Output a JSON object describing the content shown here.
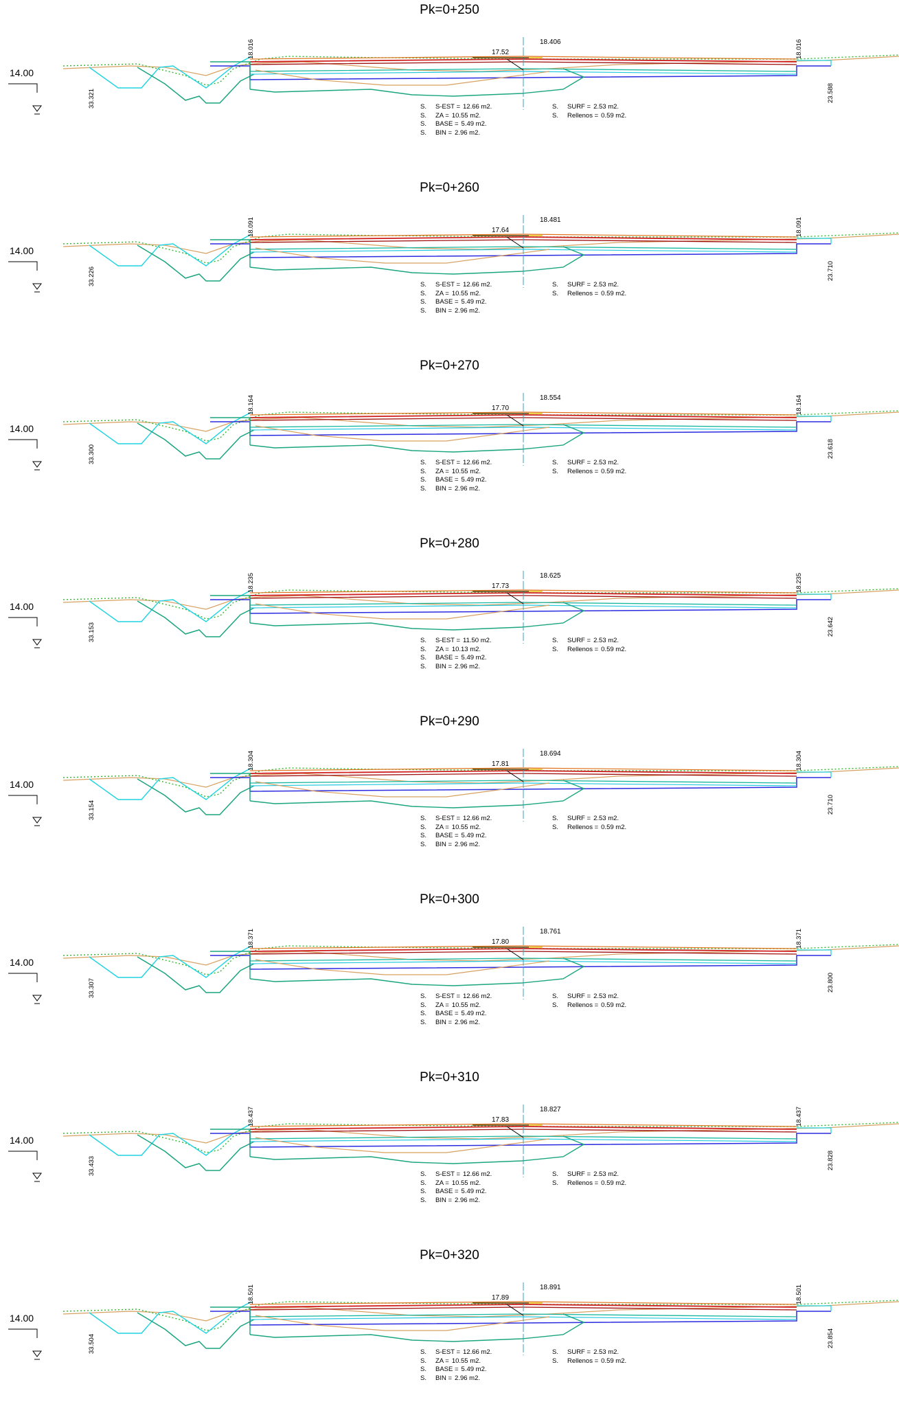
{
  "reference_elevation": "14.00",
  "sections": [
    {
      "pk": "Pk=0+250",
      "left_top": "18.016",
      "right_top": "18.016",
      "center_elev": "18.406",
      "axis_elev": "17.52",
      "left_dist": "33.321",
      "right_dist": "23.588",
      "areas_left": [
        {
          "s": "S.",
          "k": "S-EST =",
          "v": "12.66 m2."
        },
        {
          "s": "S.",
          "k": "ZA =",
          "v": "10.55 m2."
        },
        {
          "s": "S.",
          "k": "BASE =",
          "v": "5.49 m2."
        },
        {
          "s": "S.",
          "k": "BIN =",
          "v": "2.96 m2."
        }
      ],
      "areas_right": [
        {
          "s": "S.",
          "k": "SURF =",
          "v": "2.53 m2."
        },
        {
          "s": "S.",
          "k": "Rellenos =",
          "v": "0.59 m2."
        }
      ]
    },
    {
      "pk": "Pk=0+260",
      "left_top": "18.091",
      "right_top": "18.091",
      "center_elev": "18.481",
      "axis_elev": "17.64",
      "left_dist": "33.226",
      "right_dist": "23.710",
      "areas_left": [
        {
          "s": "S.",
          "k": "S-EST =",
          "v": "12.66 m2."
        },
        {
          "s": "S.",
          "k": "ZA =",
          "v": "10.55 m2."
        },
        {
          "s": "S.",
          "k": "BASE =",
          "v": "5.49 m2."
        },
        {
          "s": "S.",
          "k": "BIN =",
          "v": "2.96 m2."
        }
      ],
      "areas_right": [
        {
          "s": "S.",
          "k": "SURF =",
          "v": "2.53 m2."
        },
        {
          "s": "S.",
          "k": "Rellenos =",
          "v": "0.59 m2."
        }
      ]
    },
    {
      "pk": "Pk=0+270",
      "left_top": "18.164",
      "right_top": "18.164",
      "center_elev": "18.554",
      "axis_elev": "17.70",
      "left_dist": "33.300",
      "right_dist": "23.618",
      "areas_left": [
        {
          "s": "S.",
          "k": "S-EST =",
          "v": "12.66 m2."
        },
        {
          "s": "S.",
          "k": "ZA =",
          "v": "10.55 m2."
        },
        {
          "s": "S.",
          "k": "BASE =",
          "v": "5.49 m2."
        },
        {
          "s": "S.",
          "k": "BIN =",
          "v": "2.96 m2."
        }
      ],
      "areas_right": [
        {
          "s": "S.",
          "k": "SURF =",
          "v": "2.53 m2."
        },
        {
          "s": "S.",
          "k": "Rellenos =",
          "v": "0.59 m2."
        }
      ]
    },
    {
      "pk": "Pk=0+280",
      "left_top": "18.235",
      "right_top": "18.235",
      "center_elev": "18.625",
      "axis_elev": "17.73",
      "left_dist": "33.153",
      "right_dist": "23.642",
      "areas_left": [
        {
          "s": "S.",
          "k": "S-EST =",
          "v": "11.50 m2."
        },
        {
          "s": "S.",
          "k": "ZA =",
          "v": "10.13 m2."
        },
        {
          "s": "S.",
          "k": "BASE =",
          "v": "5.49 m2."
        },
        {
          "s": "S.",
          "k": "BIN =",
          "v": "2.96 m2."
        }
      ],
      "areas_right": [
        {
          "s": "S.",
          "k": "SURF =",
          "v": "2.53 m2."
        },
        {
          "s": "S.",
          "k": "Rellenos =",
          "v": "0.59 m2."
        }
      ]
    },
    {
      "pk": "Pk=0+290",
      "left_top": "18.304",
      "right_top": "18.304",
      "center_elev": "18.694",
      "axis_elev": "17.81",
      "left_dist": "33.154",
      "right_dist": "23.710",
      "areas_left": [
        {
          "s": "S.",
          "k": "S-EST =",
          "v": "12.66 m2."
        },
        {
          "s": "S.",
          "k": "ZA =",
          "v": "10.55 m2."
        },
        {
          "s": "S.",
          "k": "BASE =",
          "v": "5.49 m2."
        },
        {
          "s": "S.",
          "k": "BIN =",
          "v": "2.96 m2."
        }
      ],
      "areas_right": [
        {
          "s": "S.",
          "k": "SURF =",
          "v": "2.53 m2."
        },
        {
          "s": "S.",
          "k": "Rellenos =",
          "v": "0.59 m2."
        }
      ]
    },
    {
      "pk": "Pk=0+300",
      "left_top": "18.371",
      "right_top": "18.371",
      "center_elev": "18.761",
      "axis_elev": "17.80",
      "left_dist": "33.307",
      "right_dist": "23.800",
      "areas_left": [
        {
          "s": "S.",
          "k": "S-EST =",
          "v": "12.66 m2."
        },
        {
          "s": "S.",
          "k": "ZA =",
          "v": "10.55 m2."
        },
        {
          "s": "S.",
          "k": "BASE =",
          "v": "5.49 m2."
        },
        {
          "s": "S.",
          "k": "BIN =",
          "v": "2.96 m2."
        }
      ],
      "areas_right": [
        {
          "s": "S.",
          "k": "SURF =",
          "v": "2.53 m2."
        },
        {
          "s": "S.",
          "k": "Rellenos =",
          "v": "0.59 m2."
        }
      ]
    },
    {
      "pk": "Pk=0+310",
      "left_top": "18.437",
      "right_top": "18.437",
      "center_elev": "18.827",
      "axis_elev": "17.83",
      "left_dist": "33.433",
      "right_dist": "23.828",
      "areas_left": [
        {
          "s": "S.",
          "k": "S-EST =",
          "v": "12.66 m2."
        },
        {
          "s": "S.",
          "k": "ZA =",
          "v": "10.55 m2."
        },
        {
          "s": "S.",
          "k": "BASE =",
          "v": "5.49 m2."
        },
        {
          "s": "S.",
          "k": "BIN =",
          "v": "2.96 m2."
        }
      ],
      "areas_right": [
        {
          "s": "S.",
          "k": "SURF =",
          "v": "2.53 m2."
        },
        {
          "s": "S.",
          "k": "Rellenos =",
          "v": "0.59 m2."
        }
      ]
    },
    {
      "pk": "Pk=0+320",
      "left_top": "18.501",
      "right_top": "18.501",
      "center_elev": "18.891",
      "axis_elev": "17.89",
      "left_dist": "33.504",
      "right_dist": "23.854",
      "areas_left": [
        {
          "s": "S.",
          "k": "S-EST =",
          "v": "12.66 m2."
        },
        {
          "s": "S.",
          "k": "ZA =",
          "v": "10.55 m2."
        },
        {
          "s": "S.",
          "k": "BASE =",
          "v": "5.49 m2."
        },
        {
          "s": "S.",
          "k": "BIN =",
          "v": "2.96 m2."
        }
      ],
      "areas_right": [
        {
          "s": "S.",
          "k": "SURF =",
          "v": "2.53 m2."
        },
        {
          "s": "S.",
          "k": "Rellenos =",
          "v": "0.59 m2."
        }
      ]
    }
  ]
}
